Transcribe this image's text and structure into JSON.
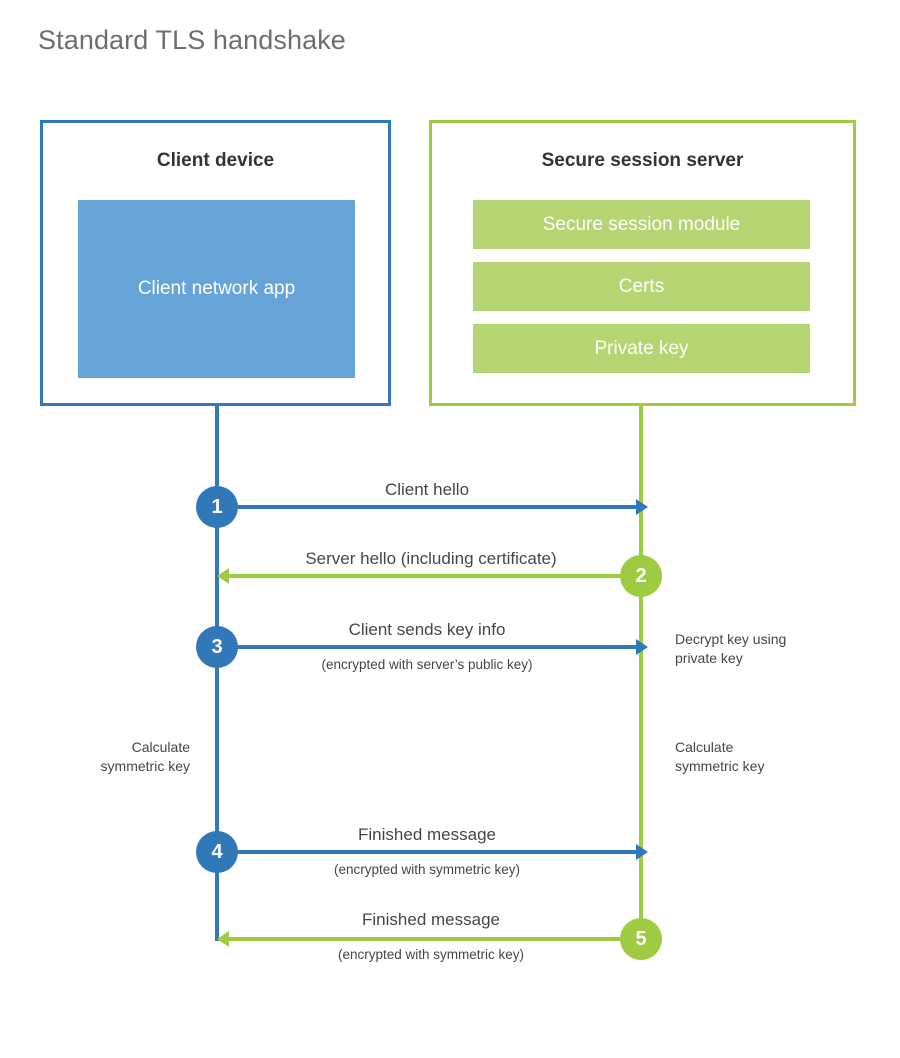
{
  "title": "Standard TLS handshake",
  "colors": {
    "client_blue": "#3178b8",
    "client_app_fill": "#66a3d8",
    "server_green": "#9ecb41",
    "server_bar_fill": "#b5d572",
    "title_gray": "#6e6e6e",
    "text_gray": "#464646",
    "heading_dark": "#333333",
    "background": "#ffffff"
  },
  "client": {
    "title": "Client device",
    "app_label": "Client network\napp"
  },
  "server": {
    "title": "Secure session server",
    "components": [
      {
        "label": "Secure session module"
      },
      {
        "label": "Certs"
      },
      {
        "label": "Private key"
      }
    ]
  },
  "steps": [
    {
      "number": "1",
      "side": "client",
      "direction": "to-server",
      "label": "Client hello",
      "sublabel": ""
    },
    {
      "number": "2",
      "side": "server",
      "direction": "to-client",
      "label": "Server hello (including certificate)",
      "sublabel": ""
    },
    {
      "number": "3",
      "side": "client",
      "direction": "to-server",
      "label": "Client sends key info",
      "sublabel": "(encrypted with server’s public key)"
    },
    {
      "number": "4",
      "side": "client",
      "direction": "to-server",
      "label": "Finished message",
      "sublabel": "(encrypted with symmetric key)"
    },
    {
      "number": "5",
      "side": "server",
      "direction": "to-client",
      "label": "Finished message",
      "sublabel": "(encrypted with symmetric key)"
    }
  ],
  "notes": {
    "server_decrypt": "Decrypt key using\nprivate key",
    "client_calculate": "Calculate\nsymmetric key",
    "server_calculate": "Calculate\nsymmetric key"
  }
}
